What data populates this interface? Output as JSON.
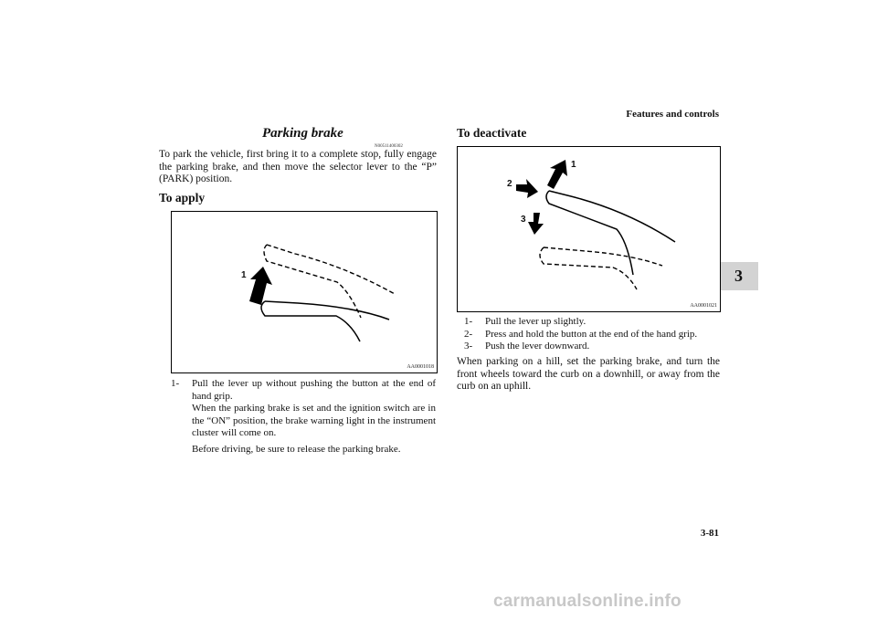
{
  "header": {
    "section": "Features and controls",
    "page_number": "3-81",
    "chapter_tab": "3"
  },
  "left": {
    "title": "Parking brake",
    "code": "N00511400302",
    "intro": "To park the vehicle, first bring it to a complete stop, fully engage the parking brake, and then move the selector lever to the “P” (PARK) position.",
    "apply_heading": "To apply",
    "figure": {
      "label": "1",
      "code": "AA0001018"
    },
    "steps": [
      {
        "num": "1-",
        "text": "Pull the lever up without pushing the button at the end of hand grip."
      }
    ],
    "note1": "When the parking brake is set and the ignition switch are in the “ON” position, the brake warning light in the instrument cluster will come on.",
    "note2": "Before driving, be sure to release the parking brake."
  },
  "right": {
    "deactivate_heading": "To deactivate",
    "figure": {
      "label1": "1",
      "label2": "2",
      "label3": "3",
      "code": "AA0001021"
    },
    "steps": [
      {
        "num": "1-",
        "text": "Pull the lever up slightly."
      },
      {
        "num": "2-",
        "text": "Press and hold the button at the end of the hand grip."
      },
      {
        "num": "3-",
        "text": "Push the lever downward."
      }
    ],
    "hill_note": "When parking on a hill, set the parking brake, and turn the front wheels toward the curb on a downhill, or away from the curb on an uphill."
  },
  "watermark": "carmanualsonline.info"
}
